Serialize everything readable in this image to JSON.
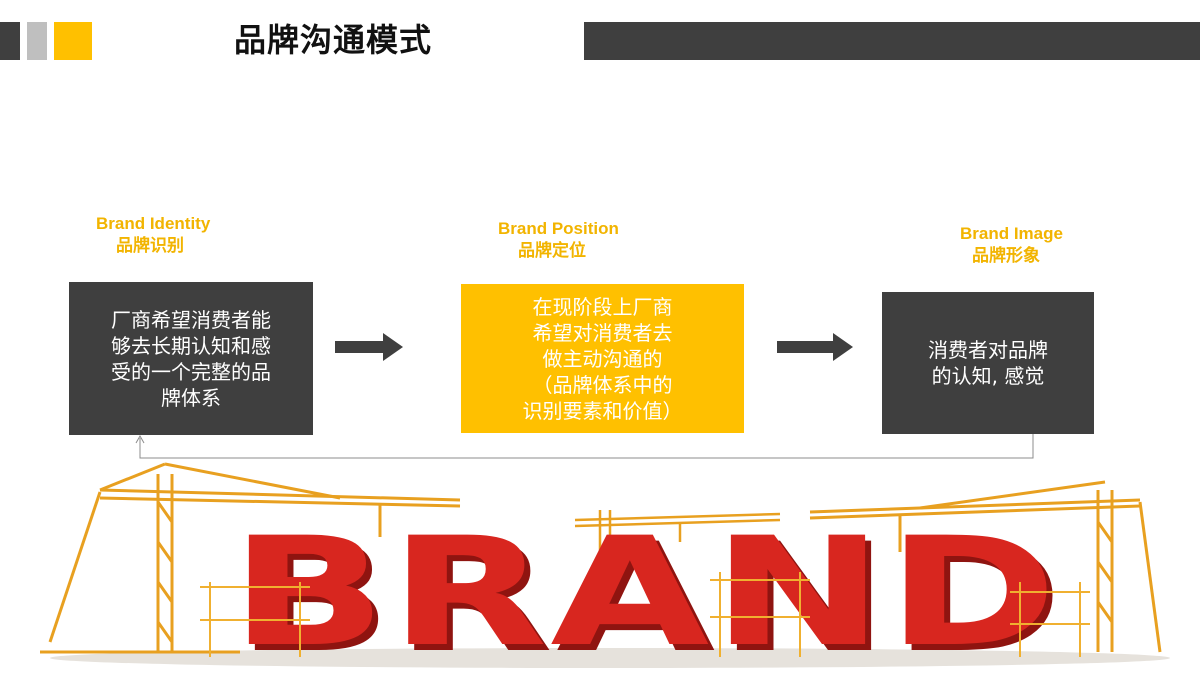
{
  "header": {
    "title": "品牌沟通模式"
  },
  "stages": [
    {
      "label_en": "Brand Identity",
      "label_zh": "品牌识别",
      "lines": [
        "厂商希望消费者能",
        "够去长期认知和感",
        "受的一个完整的品",
        "牌体系"
      ]
    },
    {
      "label_en": "Brand Position",
      "label_zh": "品牌定位",
      "lines": [
        "在现阶段上厂商",
        "希望对消费者去",
        "做主动沟通的",
        "（品牌体系中的",
        "识别要素和价值）"
      ]
    },
    {
      "label_en": "Brand Image",
      "label_zh": "品牌形象",
      "lines": [
        "消费者对品牌",
        "的认知, 感觉"
      ]
    }
  ],
  "illustration": {
    "word": "BRAND"
  },
  "colors": {
    "accent_yellow": "#ffc000",
    "label_yellow": "#f2b400",
    "dark_gray": "#3f3f3f",
    "brand_red": "#d8261f"
  }
}
